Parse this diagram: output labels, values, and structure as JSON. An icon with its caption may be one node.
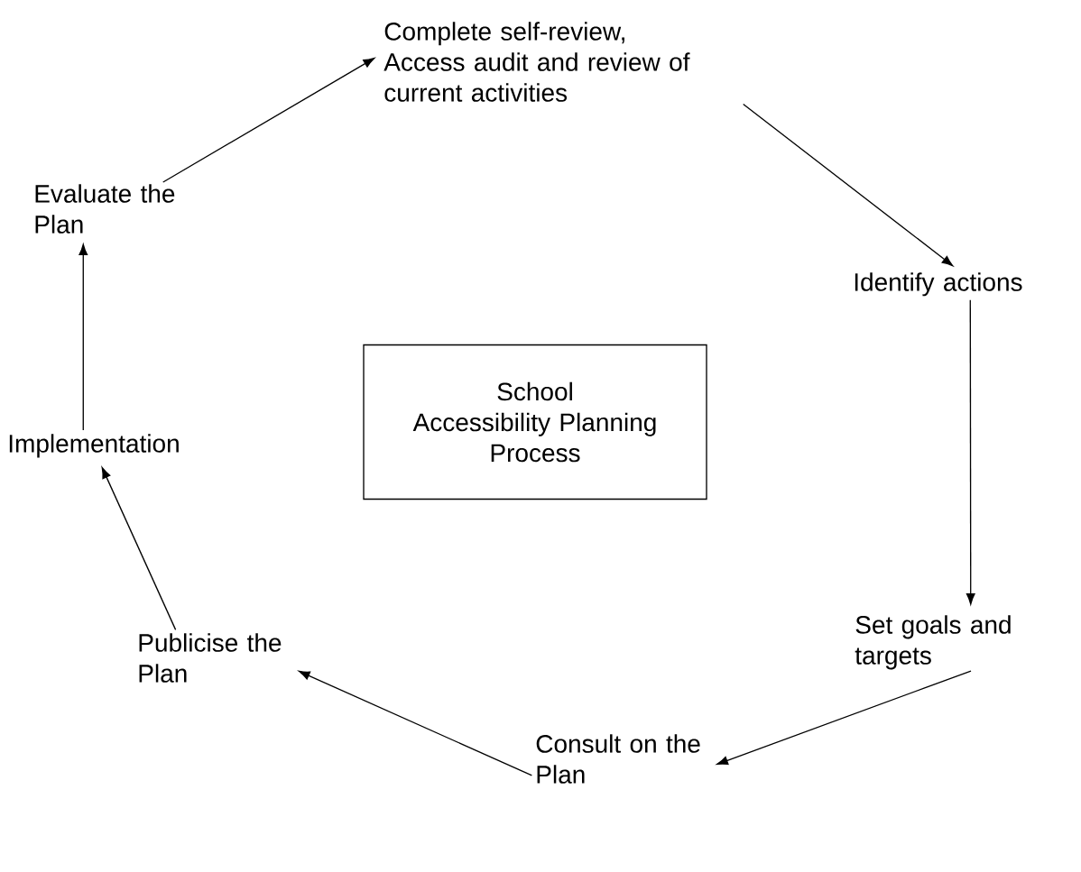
{
  "diagram": {
    "nodes": [
      {
        "text": [
          "School Accessibility Planning Process"
        ]
      },
      {
        "text": [
          "Complete self-review, Access audit and review of current activities"
        ]
      },
      {
        "text": [
          "Identify actions"
        ]
      },
      {
        "text": [
          "Set goals and targets"
        ]
      },
      {
        "text": [
          "Consult on the Plan"
        ]
      },
      {
        "text": [
          "Publicise the Plan"
        ]
      },
      {
        "text": [
          "Implementation"
        ]
      },
      {
        "text": [
          "Evaluate the Plan"
        ]
      }
    ],
    "edges": [
      {
        "from": 1,
        "to": 2,
        "arrow": "to"
      },
      {
        "from": 2,
        "to": 3,
        "arrow": "to"
      },
      {
        "from": 3,
        "to": 4,
        "arrow": "to"
      },
      {
        "from": 4,
        "to": 5,
        "arrow": "to"
      },
      {
        "from": 5,
        "to": 6,
        "arrow": "to"
      },
      {
        "from": 6,
        "to": 7,
        "arrow": "to"
      },
      {
        "from": 7,
        "to": 1,
        "arrow": "to"
      }
    ]
  }
}
